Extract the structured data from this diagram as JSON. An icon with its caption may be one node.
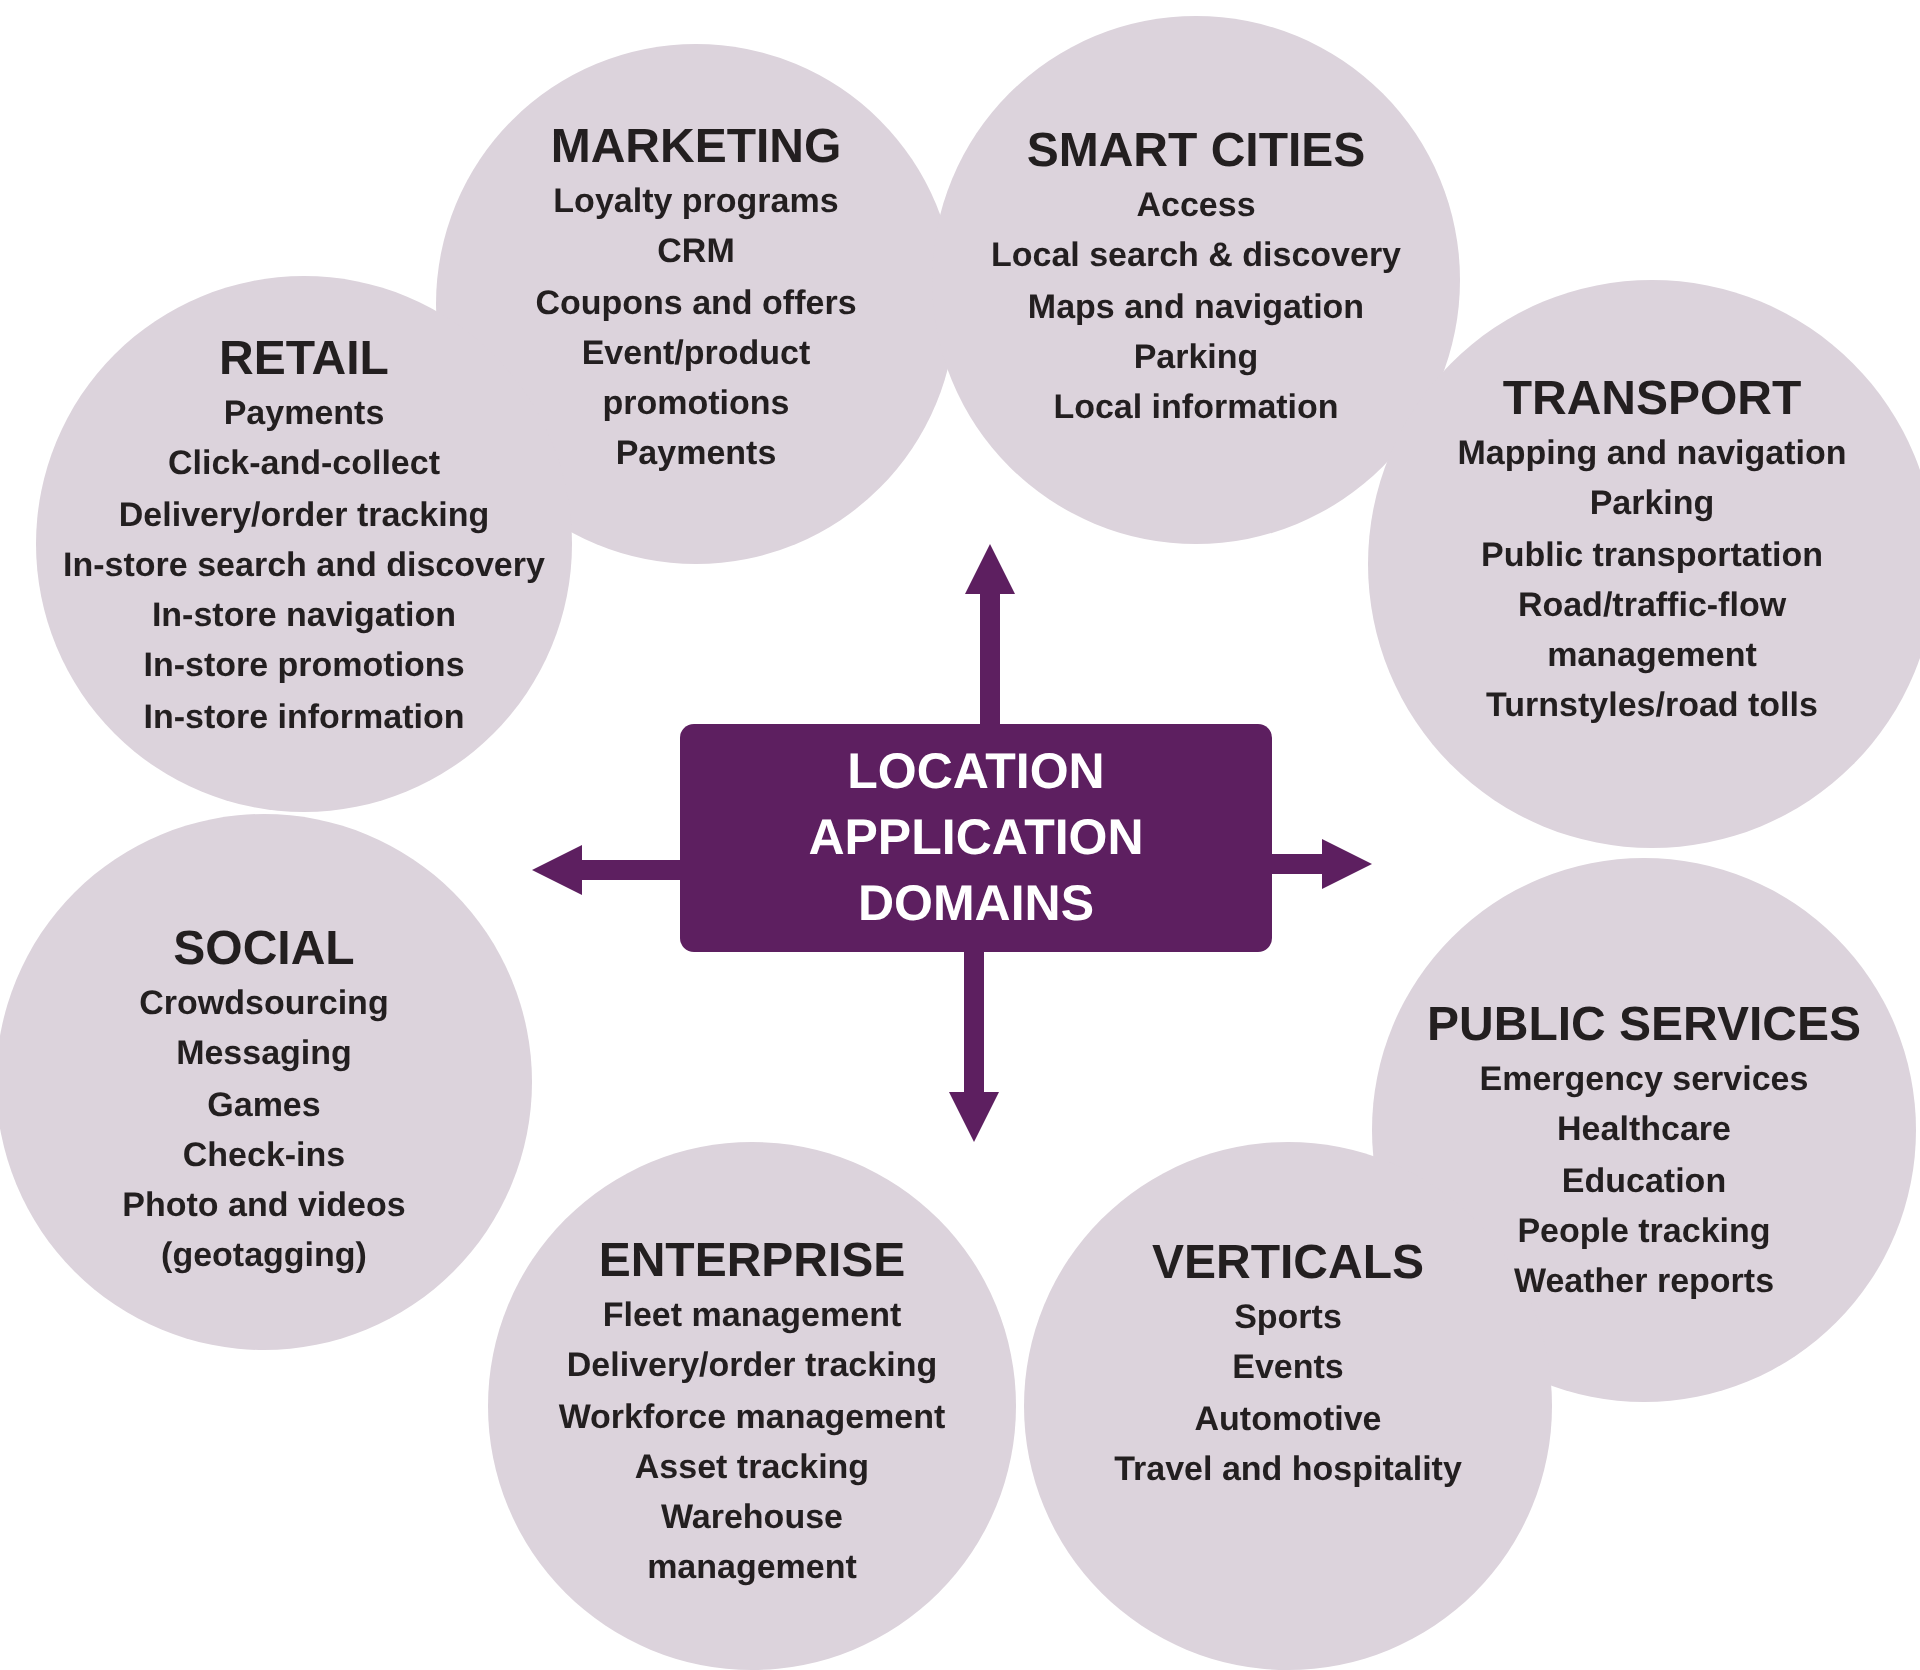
{
  "diagram": {
    "nodes": [
      {
        "text": [
          "MARKETING",
          "Loyalty programs",
          "CRM",
          "Coupons and offers",
          "Event/product promotions",
          "Payments"
        ]
      },
      {
        "text": [
          "SMART CITIES",
          "Access",
          "Local search & discovery",
          "Maps and navigation",
          "Parking",
          "Local information"
        ]
      },
      {
        "text": [
          "RETAIL",
          "Payments",
          "Click-and-collect",
          "Delivery/order tracking",
          "In-store search and discovery",
          "In-store navigation",
          "In-store promotions",
          "In-store information"
        ]
      },
      {
        "text": [
          "TRANSPORT",
          "Mapping and navigation",
          "Parking",
          "Public transportation",
          "Road/traffic-flow management",
          "Turnstyles/road tolls"
        ]
      },
      {
        "text": [
          "LOCATION APPLICATION DOMAINS"
        ]
      },
      {
        "text": [
          "SOCIAL",
          "Crowdsourcing",
          "Messaging",
          "Games",
          "Check-ins",
          "Photo and videos (geotagging)"
        ]
      },
      {
        "text": [
          "PUBLIC SERVICES",
          "Emergency services",
          "Healthcare",
          "Education",
          "People tracking",
          "Weather reports"
        ]
      },
      {
        "text": [
          "ENTERPRISE",
          "Fleet management",
          "Delivery/order tracking",
          "Workforce management",
          "Asset tracking",
          "Warehouse management"
        ]
      },
      {
        "text": [
          "VERTICALS",
          "Sports",
          "Events",
          "Automotive",
          "Travel and hospitality"
        ]
      }
    ],
    "edges": [
      {
        "from": 4,
        "to": 1,
        "arrow": "to"
      },
      {
        "from": 4,
        "to": 5,
        "arrow": "to"
      },
      {
        "from": 4,
        "to": 6,
        "arrow": "to"
      },
      {
        "from": 4,
        "to": 7,
        "arrow": "to"
      }
    ]
  }
}
